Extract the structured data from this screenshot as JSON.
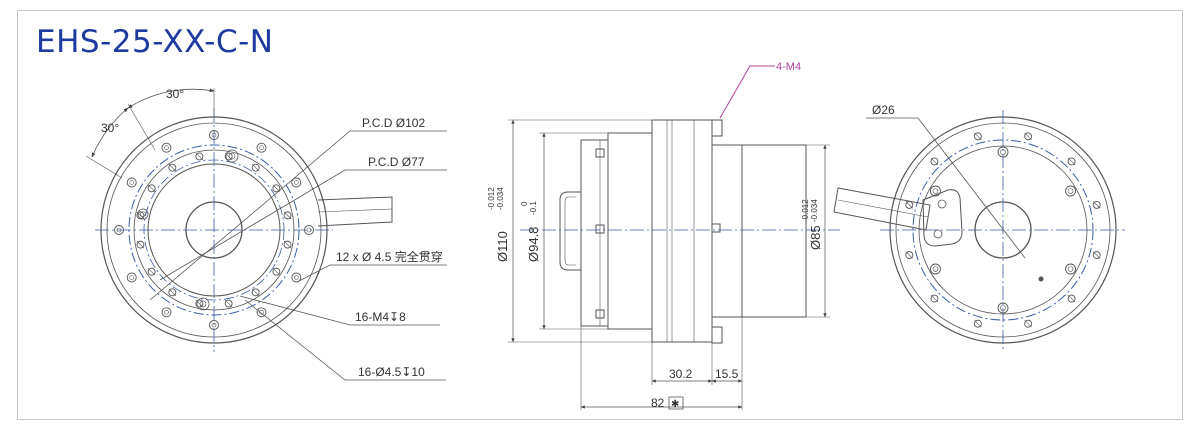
{
  "title": "EHS-25-XX-C-N",
  "colors": {
    "title": "#1f3a9e",
    "line": "#555555",
    "centerline": "#3a5fa8",
    "callout": "#b0449a"
  },
  "front_view": {
    "angle_top": "30°",
    "angle_left": "30°",
    "pcd_102": "P.C.D Ø102",
    "pcd_77": "P.C.D Ø77",
    "thru_holes": "12 x Ø 4.5 完全贯穿",
    "m4_holes": "16-M4↧8",
    "cb_holes": "16-Ø4.5↧10"
  },
  "side_view": {
    "m4_callout": "4-M4",
    "dia_110": "Ø110",
    "dia_110_tol_upper": "-0.012",
    "dia_110_tol_lower": "-0.034",
    "dia_94": "Ø94.8",
    "dia_94_tol_upper": "0",
    "dia_94_tol_lower": "-0.1",
    "dia_85": "Ø85",
    "dia_85_tol_upper": "-0.012",
    "dia_85_tol_lower": "-0.034",
    "dim_30": "30.2",
    "dim_15": "15.5",
    "dim_82": "82",
    "dim_82_mark": "✱"
  },
  "back_view": {
    "dia_26": "Ø26"
  }
}
